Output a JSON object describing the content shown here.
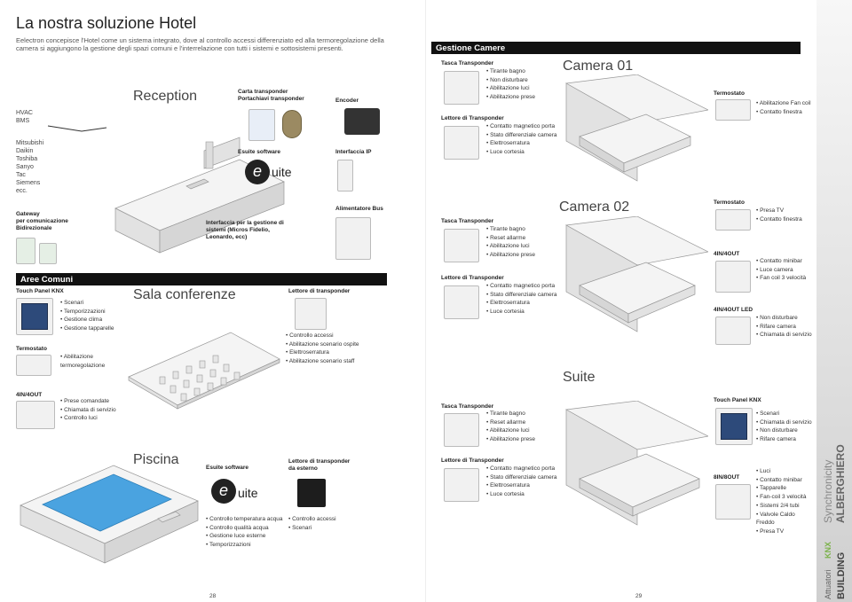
{
  "page": {
    "title": "La nostra soluzione Hotel",
    "intro": "Eelectron concepisce l'Hotel come un sistema integrato, dove al controllo accessi differenziato ed alla termoregolazione della camera si aggiungono la gestione degli spazi comuni e l'interrelazione con tutti i sistemi e sottosistemi presenti.",
    "page_left": "28",
    "page_right": "29"
  },
  "left": {
    "hvac": "HVAC\nBMS",
    "brands": "Mitsubishi\nDaikin\nToshiba\nSanyo\nTac\nSiemens\necc.",
    "gateway": "Gateway\nper comunicazione\nBidirezionale",
    "reception": "Reception",
    "carta": "Carta transponder\nPortachiavi transponder",
    "encoder": "Encoder",
    "esuite1": "Esuite software",
    "interfaccia_ip": "Interfaccia IP",
    "interfaccia_sistemi": "Interfaccia per la gestione di sistemi (Micros Fidelio, Leonardo, ecc)",
    "alimentatore": "Alimentatore Bus",
    "logo_e": "e",
    "logo_suite": "uite",
    "aree_comuni": "Aree Comuni",
    "touch_panel": "Touch Panel KNX",
    "touch_bullets": [
      "Scenari",
      "Temporizzazioni",
      "Gestione clima",
      "Gestione tapparelle"
    ],
    "termostato": "Termostato",
    "termo_bullets": [
      "Abilitazione termoregolazione"
    ],
    "io": "4IN/4OUT",
    "io_bullets": [
      "Prese comandate",
      "Chiamata di servizio",
      "Controllo luci"
    ],
    "sala": "Sala conferenze",
    "lettore": "Lettore di transponder",
    "lettore_bullets": [
      "Controllo accessi",
      "Abilitazione scenario ospite",
      "Elettroserratura",
      "Abilitazione scenario staff"
    ],
    "piscina": "Piscina",
    "esuite2": "Esuite software",
    "lettore_esterno": "Lettore di transponder\nda esterno",
    "piscina_bullets": [
      "Controllo temperatura acqua",
      "Controllo qualità acqua",
      "Gestione luce esterne",
      "Temporizzazioni"
    ],
    "esterno_bullets": [
      "Controllo accessi",
      "Scenari"
    ]
  },
  "right": {
    "gestione": "Gestione Camere",
    "tasca": "Tasca Transponder",
    "lettore": "Lettore di Transponder",
    "termostato": "Termostato",
    "camera1": "Camera 01",
    "c1_tasca": [
      "Tirante bagno",
      "Non disturbare",
      "Abilitazione luci",
      "Abilitazione prese"
    ],
    "c1_lettore": [
      "Contatto magnetico porta",
      "Stato differenziale camera",
      "Elettroserratura",
      "Luce cortesia"
    ],
    "c1_termo": [
      "Abilitazione Fan coil",
      "Contatto finestra"
    ],
    "camera2": "Camera 02",
    "c2_tasca": [
      "Tirante bagno",
      "Reset allarme",
      "Abilitazione luci",
      "Abilitazione prese"
    ],
    "c2_lettore": [
      "Contatto magnetico porta",
      "Stato differenziale camera",
      "Elettroserratura",
      "Luce cortesia"
    ],
    "c2_termo": [
      "Presa TV",
      "Contatto finestra"
    ],
    "io": "4IN/4OUT",
    "c2_io": [
      "Contatto minibar",
      "Luce camera",
      "Fan coil 3 velocità"
    ],
    "io_led": "4IN/4OUT LED",
    "c2_led": [
      "Non disturbare",
      "Rifare camera",
      "Chiamata di servizio"
    ],
    "suite": "Suite",
    "s_tasca": [
      "Tirante bagno",
      "Reset allarme",
      "Abilitazione luci",
      "Abilitazione prese"
    ],
    "s_lettore": [
      "Contatto magnetico porta",
      "Stato differenziale camera",
      "Elettroserratura",
      "Luce cortesia"
    ],
    "touch": "Touch Panel KNX",
    "s_touch": [
      "Scenari",
      "Chiamata di servizio",
      "Non disturbare",
      "Rifare camera"
    ],
    "io8": "8IN/8OUT",
    "s_io8": [
      "Luci",
      "Contatto minibar",
      "Tapparelle",
      "Fan-coil 3 velocità",
      "Sistemi 2/4 tubi",
      "Valvole Caldo Freddo",
      "Presa TV"
    ]
  },
  "sidebar": {
    "synchronicity": "Synchronicity",
    "alberghiero": "ALBERGHIERO",
    "attuatori": "Attuatori",
    "knx": "KNX",
    "building": "BUILDING"
  }
}
